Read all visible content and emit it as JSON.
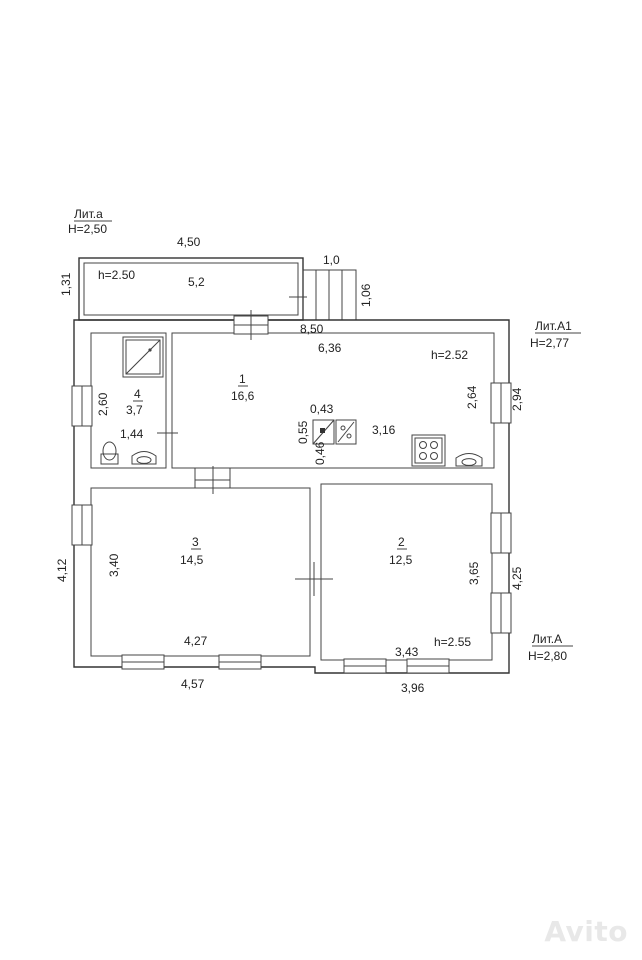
{
  "lit_a_small": {
    "title": "Лит.а",
    "height": "H=2,50"
  },
  "lit_a1": {
    "title": "Лит.А1",
    "height": "H=2,77"
  },
  "lit_a": {
    "title": "Лит.А",
    "height": "H=2,80"
  },
  "porch": {
    "width_label": "4,50",
    "side_label": "1,31",
    "h_label": "h=2.50",
    "area": "5,2",
    "step_width": "1,0",
    "step_len": "1,06"
  },
  "rooms": {
    "r1": {
      "num": "1",
      "area": "16,6",
      "width": "6,36",
      "h": "h=2.52",
      "depth": "2,64",
      "side": "3,16"
    },
    "r2": {
      "num": "2",
      "area": "12,5",
      "depth": "3,65",
      "width": "3,43",
      "h": "h=2.55"
    },
    "r3": {
      "num": "3",
      "area": "14,5",
      "depth": "3,40",
      "width": "4,27"
    },
    "r4": {
      "num": "4",
      "area": "3,7",
      "depth": "2,60",
      "width": "1,44"
    }
  },
  "chimney": {
    "w": "0,43",
    "h1": "0,55",
    "h2": "0,46"
  },
  "overall": {
    "top_width": "8,50",
    "left_depth": "4,12",
    "right_depth_a1": "2,94",
    "right_depth_a": "4,25",
    "bottom_left": "4,57",
    "bottom_right": "3,96"
  },
  "watermark": "Avito",
  "icons": [
    "shower-icon",
    "toilet-icon",
    "sink-icon",
    "stove-icon",
    "chimney-icon",
    "boiler-icon",
    "window-icon",
    "door-icon"
  ]
}
